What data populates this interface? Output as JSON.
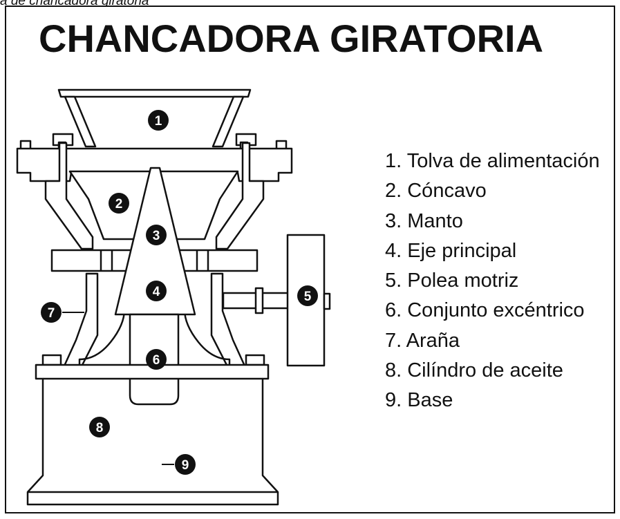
{
  "caption": "a de chancadora giratoria",
  "title": "CHANCADORA GIRATORIA",
  "legend": [
    "1. Tolva de alimentación",
    "2. Cóncavo",
    "3. Manto",
    "4. Eje principal",
    "5. Polea motriz",
    "6. Conjunto excéntrico",
    "7. Araña",
    "8. Cilíndro de aceite",
    "9. Base"
  ],
  "markers": [
    "1",
    "2",
    "3",
    "4",
    "5",
    "6",
    "7",
    "8",
    "9"
  ]
}
